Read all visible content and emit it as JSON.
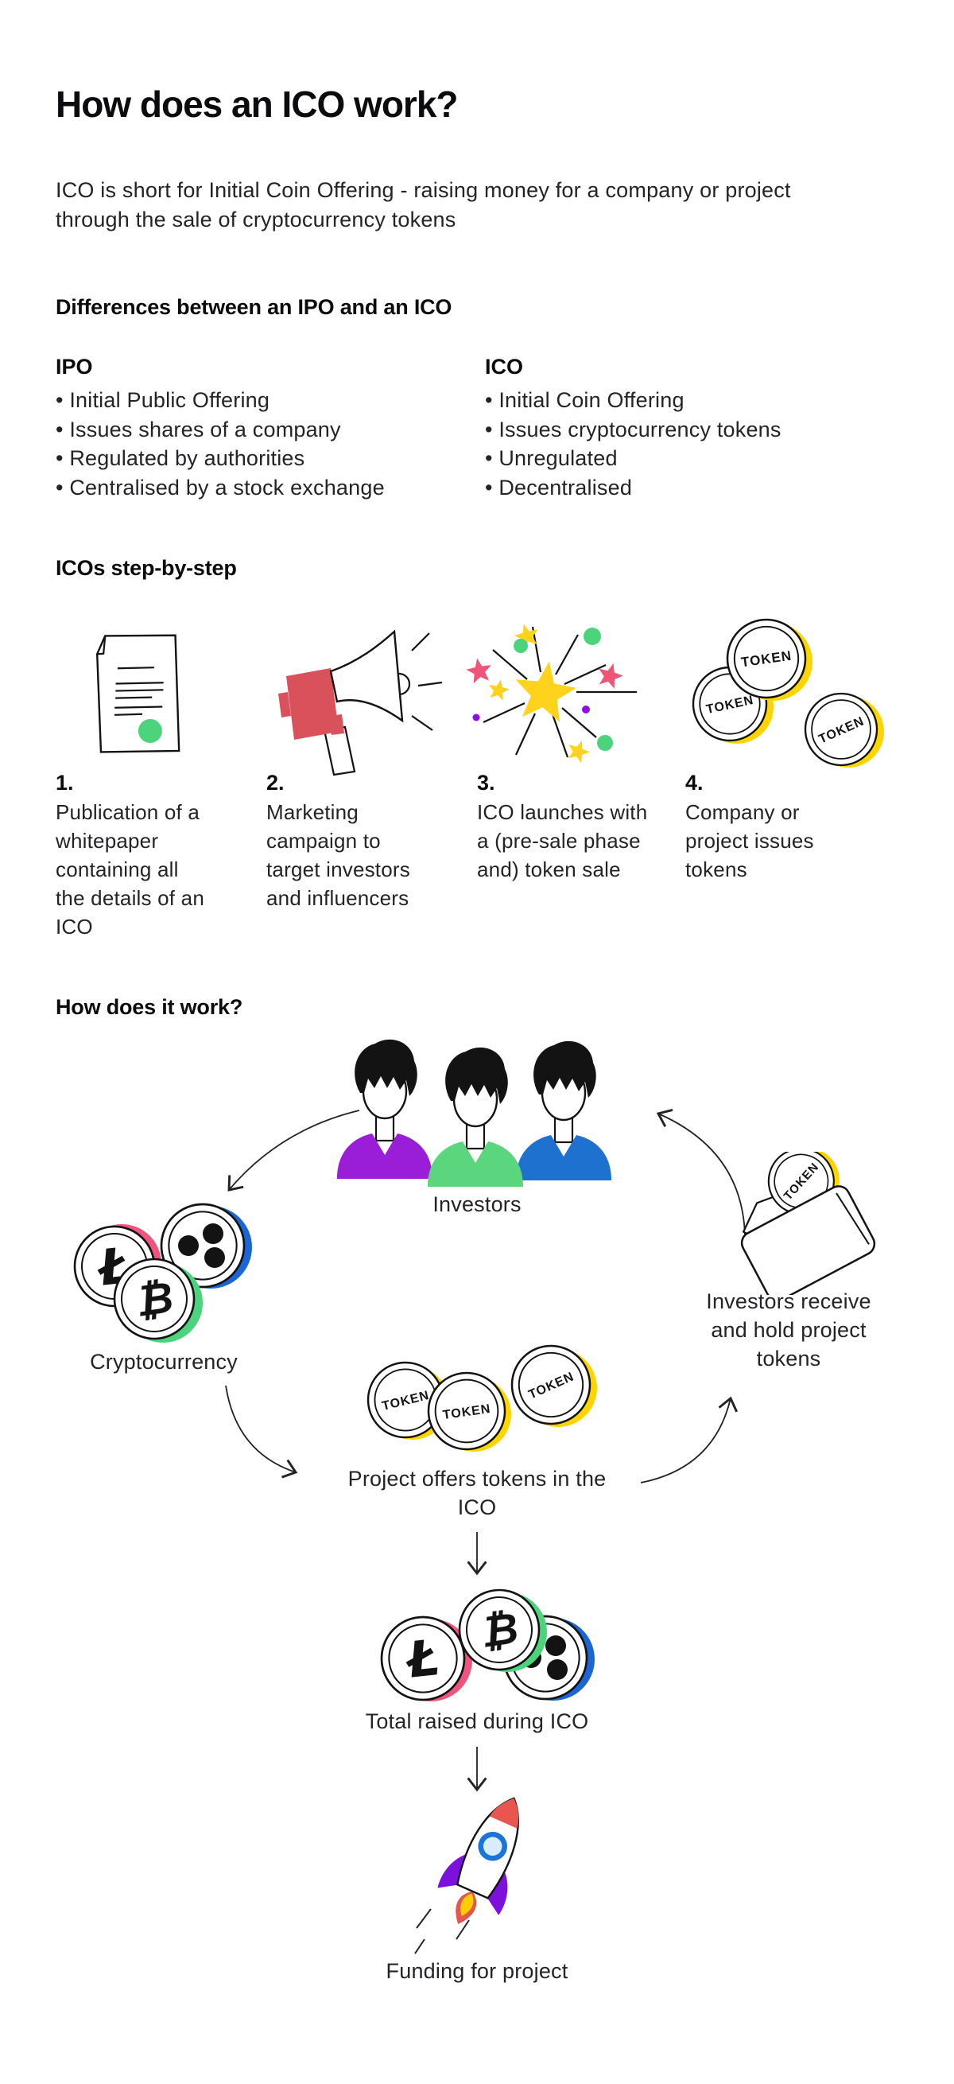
{
  "page": {
    "title": "How does an ICO work?",
    "intro": "ICO is short for Initial Coin Offering - raising money for a company or project through the sale of cryptocurrency tokens"
  },
  "differences": {
    "heading": "Differences between an IPO and an ICO",
    "ipo": {
      "heading": "IPO",
      "items": [
        "Initial Public Offering",
        "Issues shares of a company",
        "Regulated by authorities",
        "Centralised by a stock exchange"
      ]
    },
    "ico": {
      "heading": "ICO",
      "items": [
        "Initial Coin Offering",
        "Issues cryptocurrency tokens",
        "Unregulated",
        "Decentralised"
      ]
    }
  },
  "steps": {
    "heading": "ICOs step-by-step",
    "items": [
      {
        "number": "1.",
        "text": "Publication of a whitepaper containing all the details of an ICO",
        "icon": "whitepaper-document-icon"
      },
      {
        "number": "2.",
        "text": "Marketing campaign to target investors and influencers",
        "icon": "megaphone-icon"
      },
      {
        "number": "3.",
        "text": "ICO launches with a (pre-sale phase and) token sale",
        "icon": "starburst-icon"
      },
      {
        "number": "4.",
        "text": "Company or project issues tokens",
        "icon": "token-coins-icon"
      }
    ]
  },
  "flow": {
    "heading": "How does it work?",
    "nodes": {
      "investors": "Investors",
      "cryptocurrency": "Cryptocurrency",
      "project_offers": "Project offers tokens in the ICO",
      "investors_receive": "Investors receive and hold project tokens",
      "total_raised": "Total raised during ICO",
      "funding": "Funding for project"
    },
    "token_label": "TOKEN",
    "symbols": {
      "litecoin": "Ł",
      "bitcoin": "₿"
    },
    "icons": [
      "investors-icon",
      "cryptocurrency-coins-icon",
      "token-coins-icon",
      "wallet-token-icon",
      "raised-coins-icon",
      "rocket-icon"
    ]
  },
  "colors": {
    "accent_pink": "#F2537C",
    "accent_green": "#4CD47D",
    "accent_blue": "#1B66D6",
    "accent_yellow": "#FFD400",
    "accent_purple": "#9A1ED8",
    "shirt_green": "#5CD57F",
    "shirt_blue": "#1F71CF",
    "megaphone_red": "#D9525B",
    "rocket_fin_purple": "#7C10DD",
    "text_dark": "#0C0C0E",
    "text_body": "#242428"
  }
}
